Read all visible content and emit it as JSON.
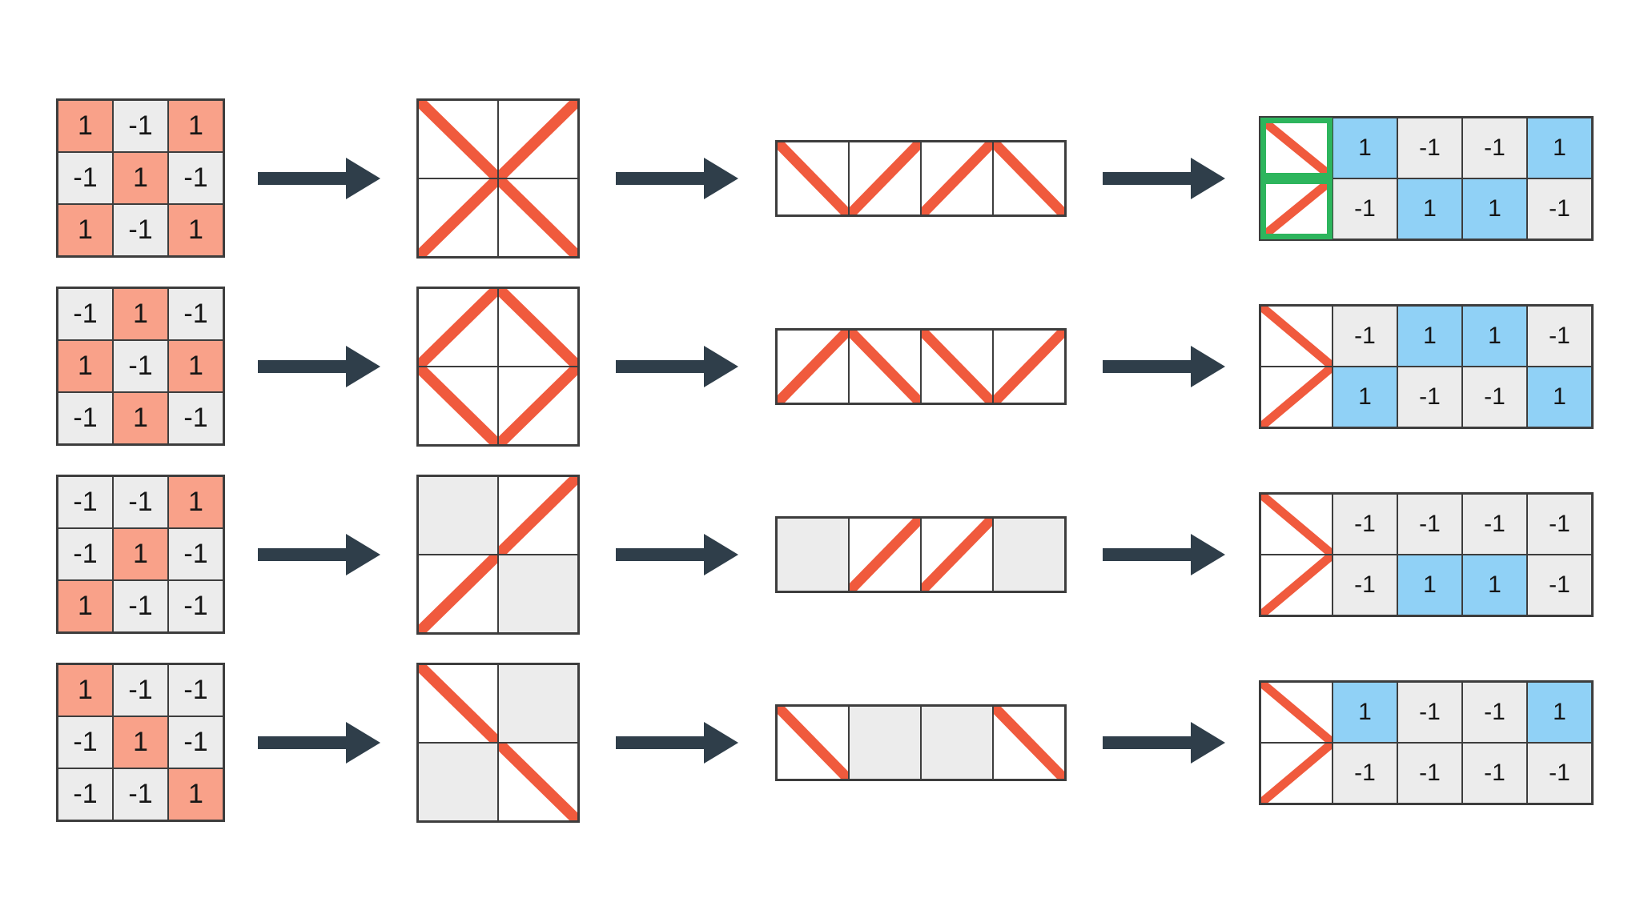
{
  "colors": {
    "background": "#ffffff",
    "grid_border": "#3d3d3d",
    "positive_cell": "#f9a189",
    "negative_cell": "#ececec",
    "result_positive_cell": "#90d1f6",
    "diagonal_stroke": "#f05a3d",
    "arrow": "#2f3e4a",
    "highlight_border": "#2db55d"
  },
  "rows": [
    {
      "input_matrix": {
        "values": [
          [
            1,
            -1,
            1
          ],
          [
            -1,
            1,
            -1
          ],
          [
            1,
            -1,
            1
          ]
        ]
      },
      "kernel_grid": {
        "cells": [
          "down",
          "up",
          "up",
          "down"
        ]
      },
      "strip_grid": {
        "cells": [
          "down",
          "up",
          "up",
          "down"
        ]
      },
      "result_table": {
        "labels": [
          "down",
          "up"
        ],
        "highlighted": true,
        "values": [
          [
            1,
            -1,
            -1,
            1
          ],
          [
            -1,
            1,
            1,
            -1
          ]
        ]
      }
    },
    {
      "input_matrix": {
        "values": [
          [
            -1,
            1,
            -1
          ],
          [
            1,
            -1,
            1
          ],
          [
            -1,
            1,
            -1
          ]
        ]
      },
      "kernel_grid": {
        "cells": [
          "up",
          "down",
          "down",
          "up"
        ]
      },
      "strip_grid": {
        "cells": [
          "up",
          "down",
          "down",
          "up"
        ]
      },
      "result_table": {
        "labels": [
          "down",
          "up"
        ],
        "highlighted": false,
        "values": [
          [
            -1,
            1,
            1,
            -1
          ],
          [
            1,
            -1,
            -1,
            1
          ]
        ]
      }
    },
    {
      "input_matrix": {
        "values": [
          [
            -1,
            -1,
            1
          ],
          [
            -1,
            1,
            -1
          ],
          [
            1,
            -1,
            -1
          ]
        ]
      },
      "kernel_grid": {
        "cells": [
          "empty",
          "up",
          "up",
          "empty"
        ]
      },
      "strip_grid": {
        "cells": [
          "empty",
          "up",
          "up",
          "empty"
        ]
      },
      "result_table": {
        "labels": [
          "down",
          "up"
        ],
        "highlighted": false,
        "values": [
          [
            -1,
            -1,
            -1,
            -1
          ],
          [
            -1,
            1,
            1,
            -1
          ]
        ]
      }
    },
    {
      "input_matrix": {
        "values": [
          [
            1,
            -1,
            -1
          ],
          [
            -1,
            1,
            -1
          ],
          [
            -1,
            -1,
            1
          ]
        ]
      },
      "kernel_grid": {
        "cells": [
          "down",
          "empty",
          "empty",
          "down"
        ]
      },
      "strip_grid": {
        "cells": [
          "down",
          "empty",
          "empty",
          "down"
        ]
      },
      "result_table": {
        "labels": [
          "down",
          "up"
        ],
        "highlighted": false,
        "values": [
          [
            1,
            -1,
            -1,
            1
          ],
          [
            -1,
            -1,
            -1,
            -1
          ]
        ]
      }
    }
  ]
}
